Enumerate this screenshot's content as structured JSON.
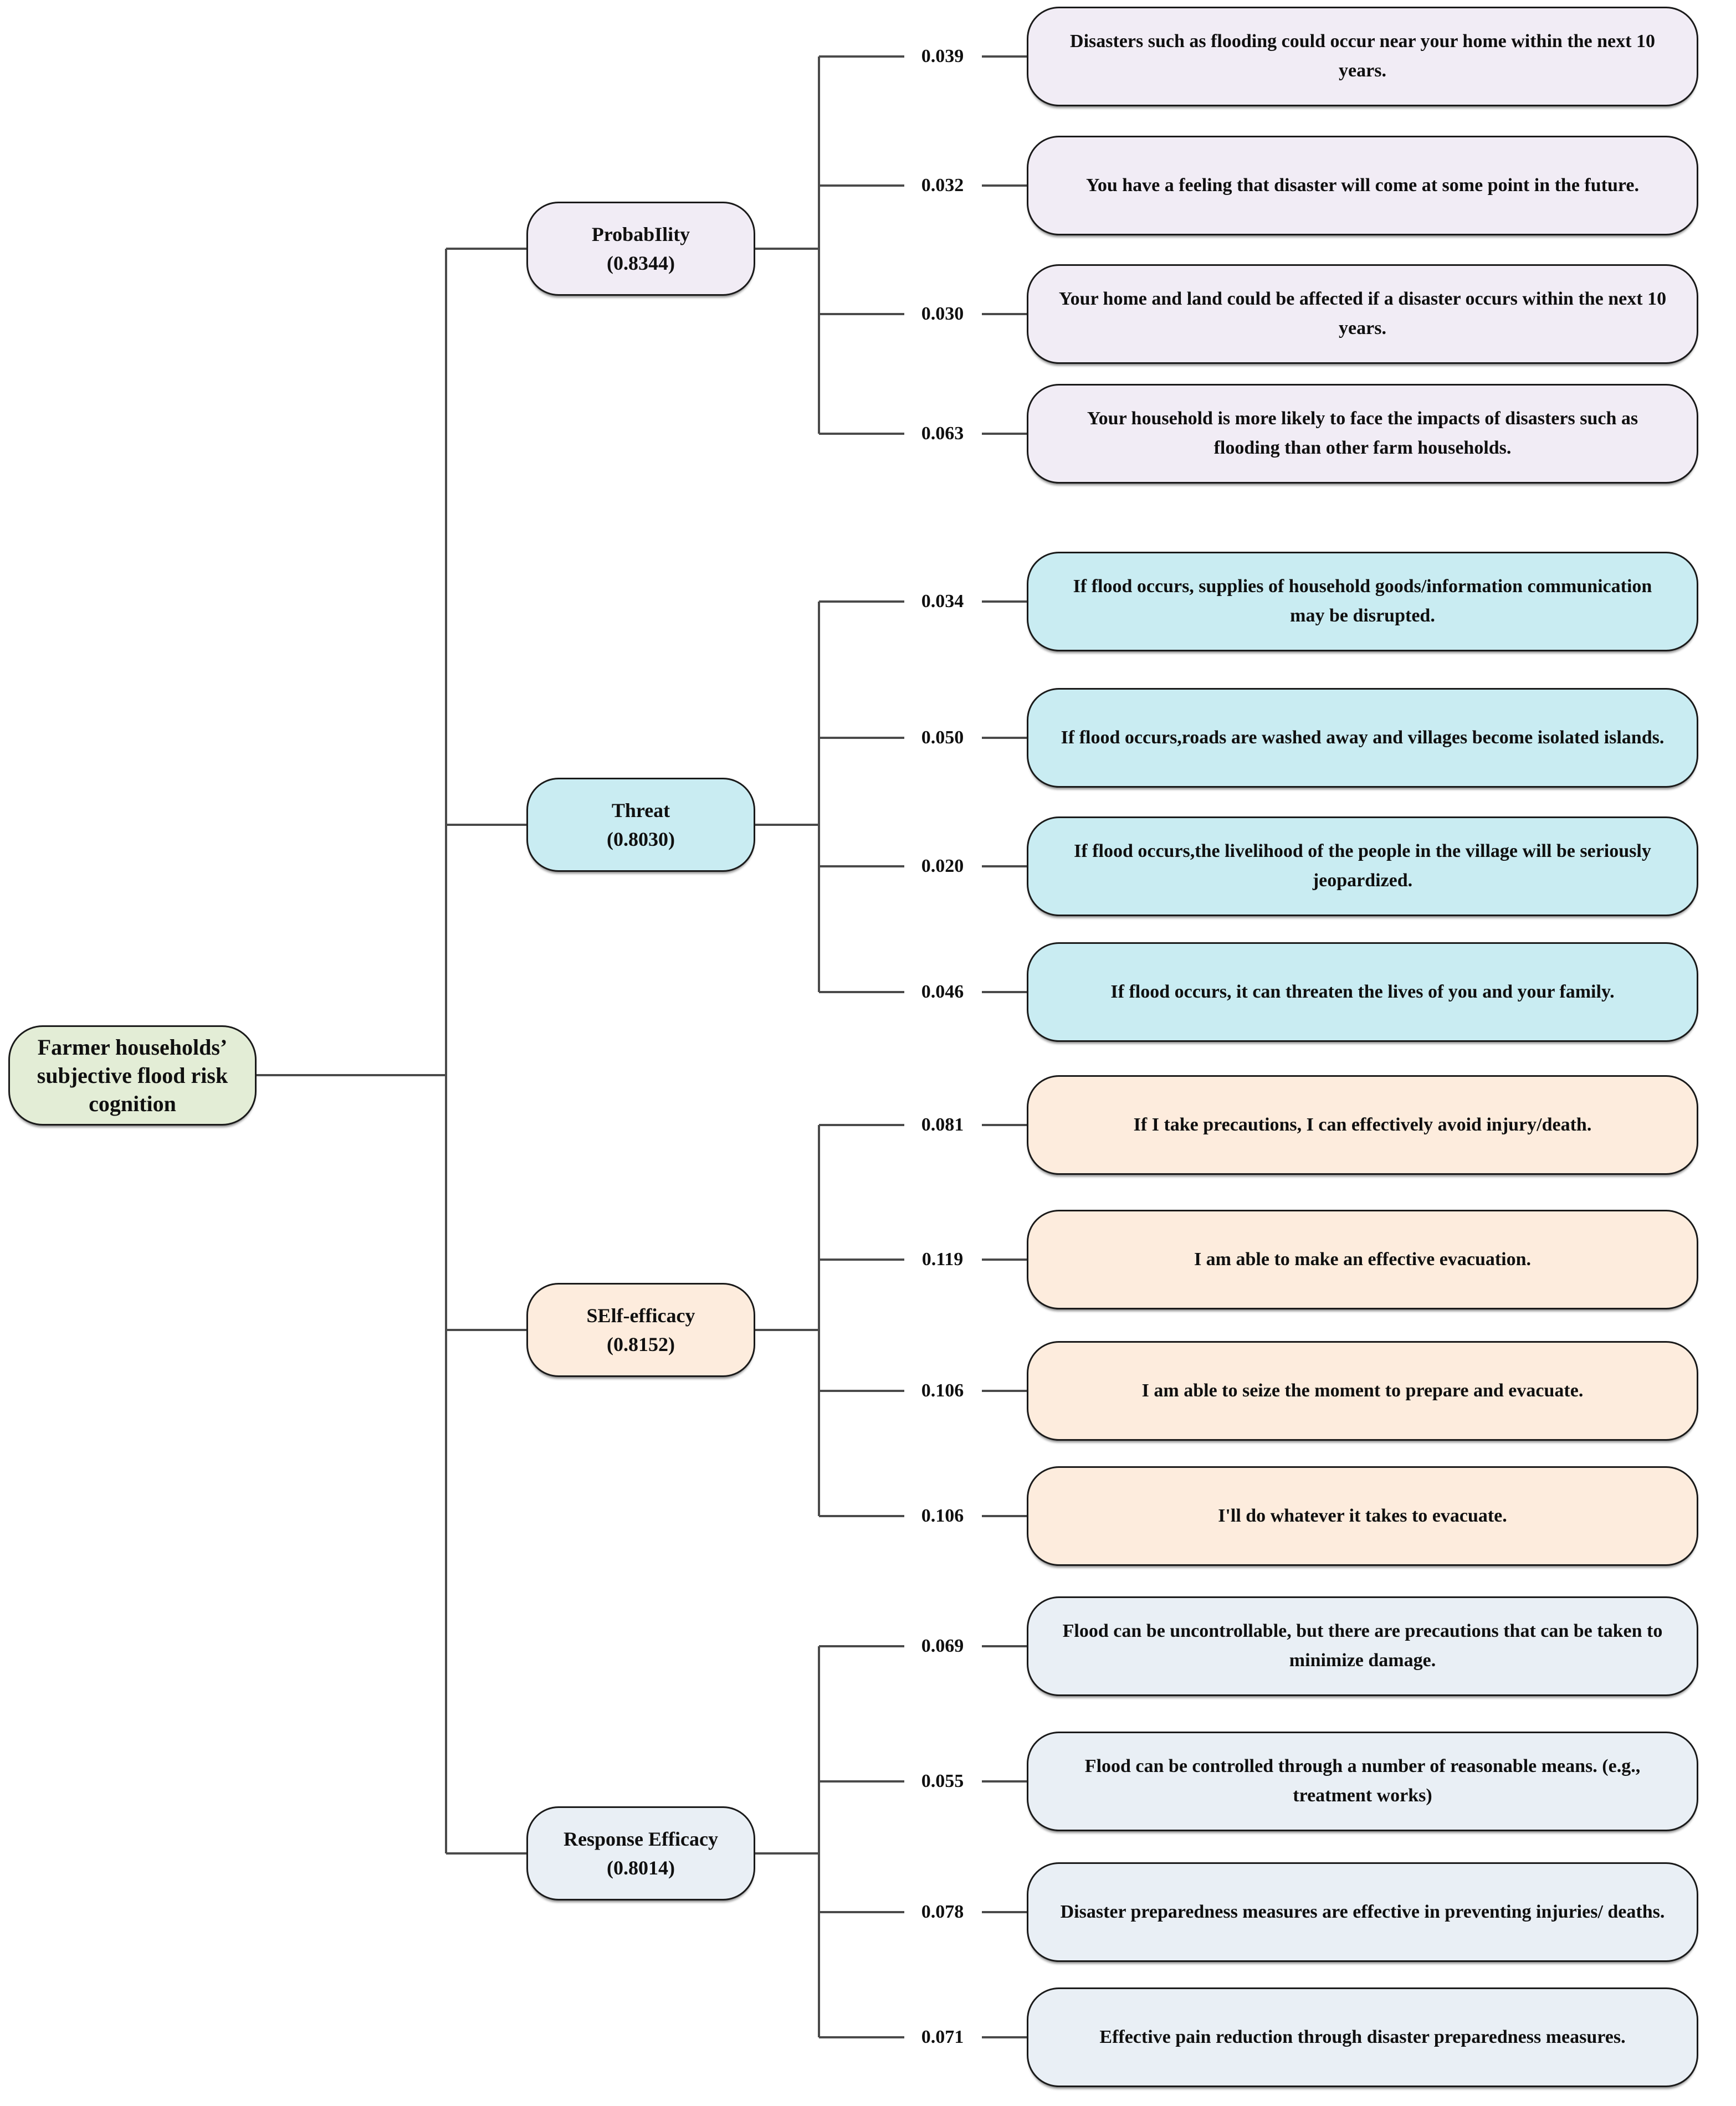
{
  "root": {
    "label": "Farmer households’ subjective flood risk cognition"
  },
  "groups": [
    {
      "name": "ProbabIlity",
      "weight_label": "(0.8344)",
      "color": "#f1ecf5",
      "items": [
        {
          "value": "0.039",
          "text": "Disasters such as flooding could occur near your home within the next 10 years."
        },
        {
          "value": "0.032",
          "text": "You have a feeling that disaster will come at some point in the future."
        },
        {
          "value": "0.030",
          "text": "Your home and land could be affected if a disaster occurs within the next 10 years."
        },
        {
          "value": "0.063",
          "text": "Your household is more likely to face the impacts of disasters such as flooding than other farm households."
        }
      ]
    },
    {
      "name": "Threat",
      "weight_label": "(0.8030)",
      "color": "#c9ecf2",
      "items": [
        {
          "value": "0.034",
          "text": "If flood occurs, supplies of household goods/information communication may be disrupted."
        },
        {
          "value": "0.050",
          "text": "If flood occurs,roads are washed away and villages become isolated islands."
        },
        {
          "value": "0.020",
          "text": "If flood occurs,the livelihood of the people in the village will be seriously jeopardized."
        },
        {
          "value": "0.046",
          "text": "If flood occurs, it can threaten the lives of you and your family."
        }
      ]
    },
    {
      "name": "SElf-efficacy",
      "weight_label": "(0.8152)",
      "color": "#fdecdd",
      "items": [
        {
          "value": "0.081",
          "text": "If I take precautions, I can effectively avoid injury/death."
        },
        {
          "value": "0.119",
          "text": "I am able to make an effective evacuation."
        },
        {
          "value": "0.106",
          "text": "I am able to seize the moment to prepare and evacuate."
        },
        {
          "value": "0.106",
          "text": "I'll do whatever it takes to evacuate."
        }
      ]
    },
    {
      "name": "Response Efficacy",
      "weight_label": "(0.8014)",
      "color": "#e9eff5",
      "items": [
        {
          "value": "0.069",
          "text": "Flood can be uncontrollable, but there are precautions that can be taken to minimize damage."
        },
        {
          "value": "0.055",
          "text": "Flood can be controlled through a number of reasonable means. (e.g., treatment works)"
        },
        {
          "value": "0.078",
          "text": "Disaster preparedness measures are effective in preventing injuries/ deaths."
        },
        {
          "value": "0.071",
          "text": "Effective pain reduction through disaster preparedness measures."
        }
      ]
    }
  ]
}
